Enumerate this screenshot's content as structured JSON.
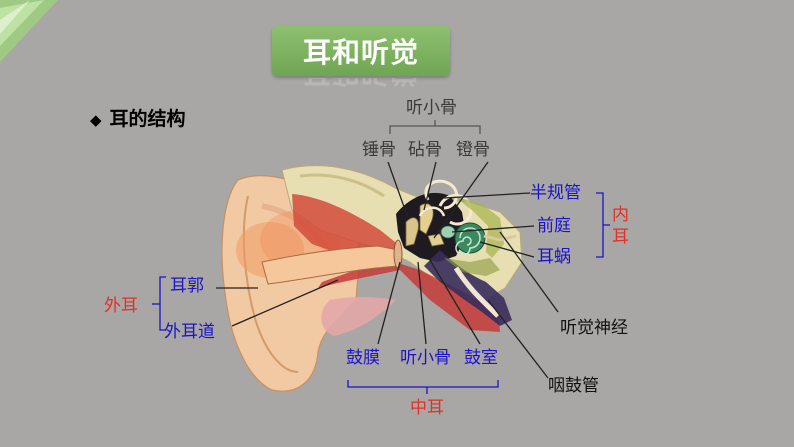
{
  "slide": {
    "title": "耳和听觉",
    "heading": "耳的结构",
    "heading_bullet": "◆"
  },
  "ossicles": {
    "group_label": "听小骨",
    "items": [
      "锤骨",
      "砧骨",
      "镫骨"
    ]
  },
  "inner_ear": {
    "group_label": "内耳",
    "items": [
      "半规管",
      "前庭",
      "耳蜗"
    ]
  },
  "outer_ear": {
    "group_label": "外耳",
    "items": [
      "耳郭",
      "外耳道"
    ]
  },
  "middle_ear": {
    "group_label": "中耳",
    "items": [
      "鼓膜",
      "听小骨",
      "鼓室"
    ]
  },
  "other_labels": {
    "auditory_nerve": "听觉神经",
    "eustachian_tube": "咽鼓管"
  },
  "colors": {
    "background": "#a9a7a5",
    "title_green": "#7ab25c",
    "label_blue": "#1c13c9",
    "label_red": "#e23026",
    "label_grey": "#3a3a3a"
  }
}
